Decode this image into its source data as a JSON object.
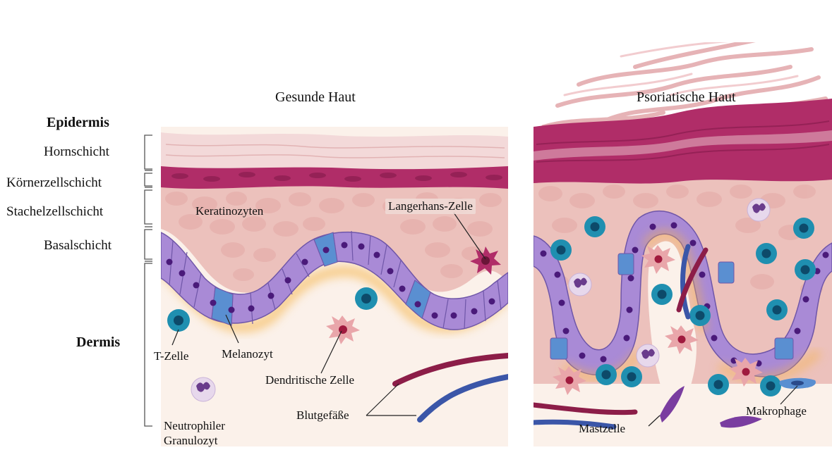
{
  "panels": {
    "healthy_title": "Gesunde Haut",
    "psoriatic_title": "Psoriatische Haut"
  },
  "layers": {
    "epidermis": "Epidermis",
    "stratum_corneum": "Hornschicht",
    "stratum_granulosum": "Körnerzellschicht",
    "stratum_spinosum": "Stachelzellschicht",
    "stratum_basale": "Basalschicht",
    "dermis": "Dermis"
  },
  "healthy_labels": {
    "keratinocytes": "Keratinozyten",
    "langerhans": "Langerhans-Zelle",
    "t_cell": "T-Zelle",
    "melanocyte": "Melanozyt",
    "dendritic": "Dendritische Zelle",
    "blood_vessels": "Blutgefäße",
    "neutrophil_line1": "Neutrophiler",
    "neutrophil_line2": "Granulozyt"
  },
  "psoriatic_labels": {
    "mast_cell": "Mastzelle",
    "macrophage": "Makrophage"
  },
  "colors": {
    "stratum_corneum": "#f3d9d9",
    "stratum_granulosum": "#b02d68",
    "stratum_spinosum": "#ecc1bc",
    "basal_cells": "#a98ad6",
    "melanocyte": "#5a8fd1",
    "dermis": "#fbf1ea",
    "dermal_glow": "#f5b44a",
    "t_cell": "#1f8fb0",
    "dendritic": "#e9a6aa",
    "vessel_red": "#8c1d48",
    "vessel_blue": "#3b56a8"
  }
}
